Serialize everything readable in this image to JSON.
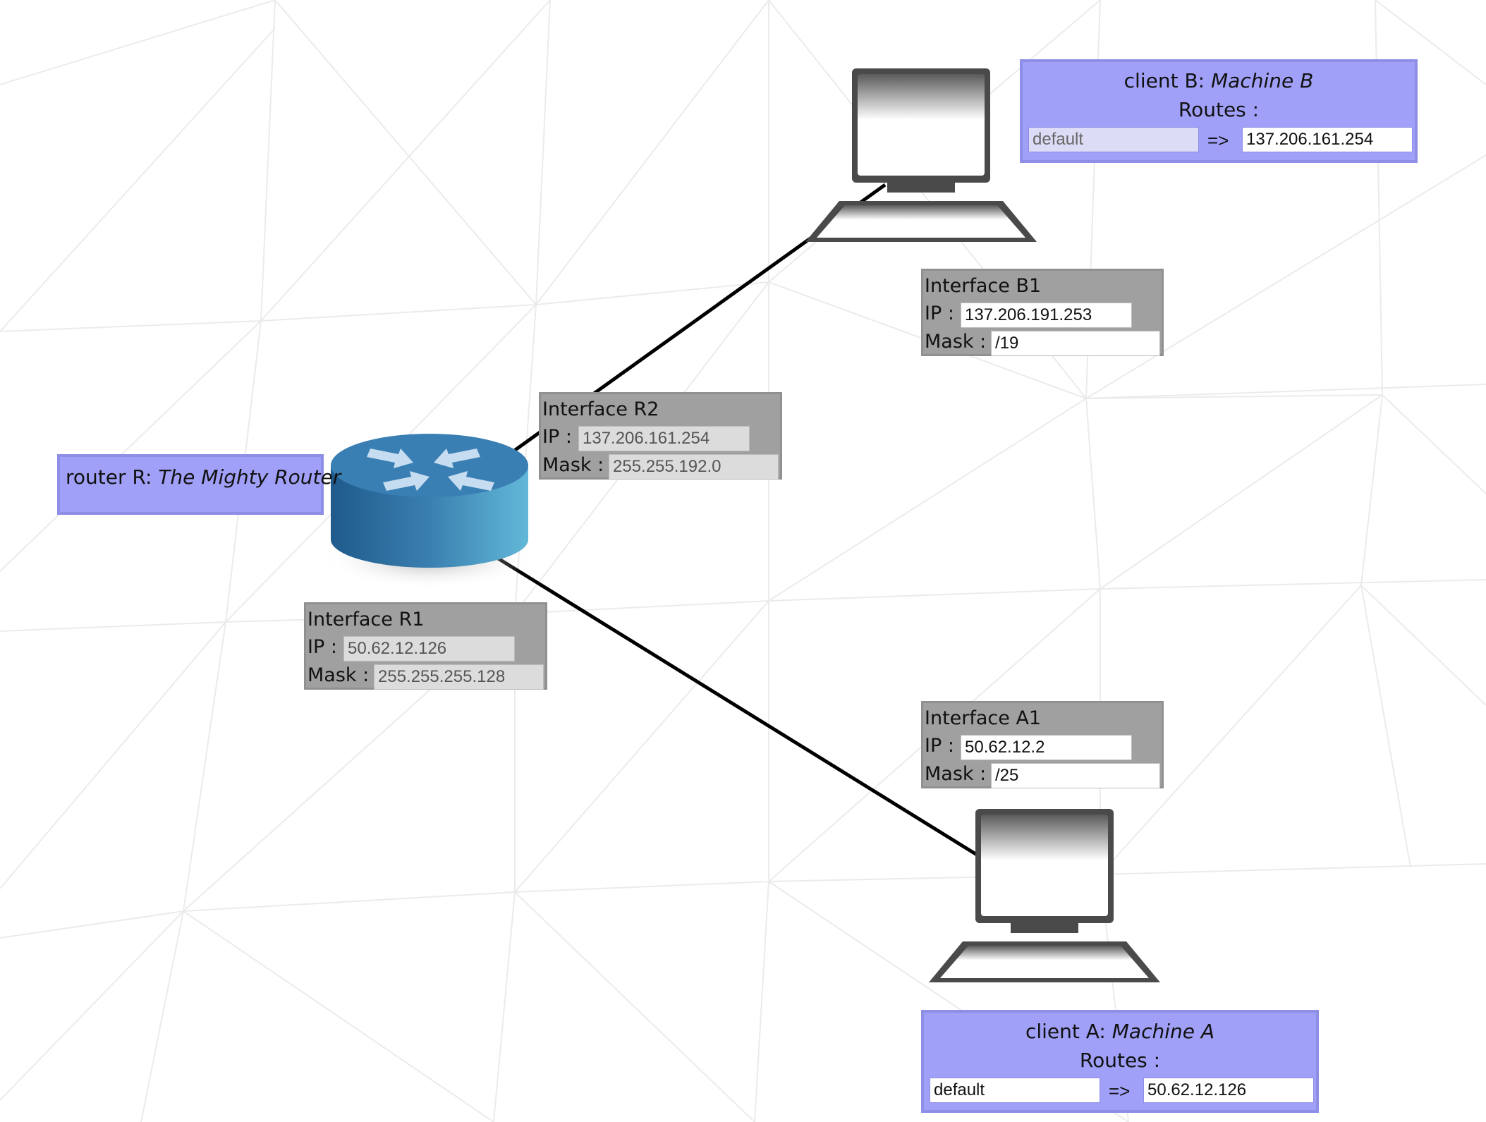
{
  "router": {
    "kind": "router R:",
    "name": "The Mighty Router",
    "interfaces": {
      "r1": {
        "title": "Interface R1",
        "ip_label": "IP :",
        "ip": "50.62.12.126",
        "mask_label": "Mask :",
        "mask": "255.255.255.128"
      },
      "r2": {
        "title": "Interface R2",
        "ip_label": "IP :",
        "ip": "137.206.161.254",
        "mask_label": "Mask :",
        "mask": "255.255.192.0"
      }
    }
  },
  "client_b": {
    "kind": "client B:",
    "name": "Machine B",
    "routes_title": "Routes :",
    "route": {
      "destination": "default",
      "arrow": "=>",
      "gateway": "137.206.161.254"
    },
    "interface": {
      "title": "Interface B1",
      "ip_label": "IP :",
      "ip": "137.206.191.253",
      "mask_label": "Mask :",
      "mask": "/19"
    }
  },
  "client_a": {
    "kind": "client A:",
    "name": "Machine A",
    "routes_title": "Routes :",
    "route": {
      "destination": "default",
      "arrow": "=>",
      "gateway": "50.62.12.126"
    },
    "interface": {
      "title": "Interface A1",
      "ip_label": "IP :",
      "ip": "50.62.12.2",
      "mask_label": "Mask :",
      "mask": "/25"
    }
  },
  "colors": {
    "label_bg": "#a0a0f8",
    "interface_bg": "#a0a0a0",
    "router_blue": "#3a7fb0",
    "link": "#000000"
  },
  "icons": [
    "router-icon",
    "computer-icon"
  ]
}
